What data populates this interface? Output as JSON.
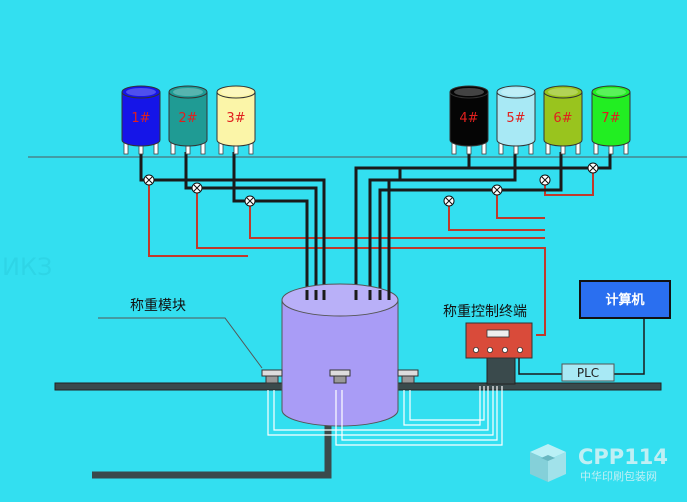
{
  "colors": {
    "background": "#33dff0",
    "pipe": "#1a1a1a",
    "signal_wire": "#c0392b",
    "load_cell_wire": "#ffffff",
    "vessel": "#a99cf6",
    "computer_box": "#2a6ff0",
    "terminal_box": "#d94b3a",
    "tank_label": "#e0201e"
  },
  "tanks": [
    {
      "label": "1#",
      "color": "#1515e8",
      "icon": "dye-tank"
    },
    {
      "label": "2#",
      "color": "#1f9b94",
      "icon": "dye-tank"
    },
    {
      "label": "3#",
      "color": "#fbf5a8",
      "icon": "dye-tank"
    },
    {
      "label": "4#",
      "color": "#050505",
      "icon": "dye-tank"
    },
    {
      "label": "5#",
      "color": "#a8e9f5",
      "icon": "dye-tank"
    },
    {
      "label": "6#",
      "color": "#99c41e",
      "icon": "dye-tank"
    },
    {
      "label": "7#",
      "color": "#22ee22",
      "icon": "dye-tank"
    }
  ],
  "labels": {
    "weighing_module": "称重模块",
    "control_terminal": "称重控制终端",
    "computer": "计算机",
    "plc": "PLC"
  },
  "watermark": {
    "brand": "CPP114",
    "subtitle": "中华印刷包装网"
  },
  "icons": {
    "valve": "valve-icon",
    "load_cell": "load-cell-icon",
    "logo": "cpp114-cube-logo"
  }
}
